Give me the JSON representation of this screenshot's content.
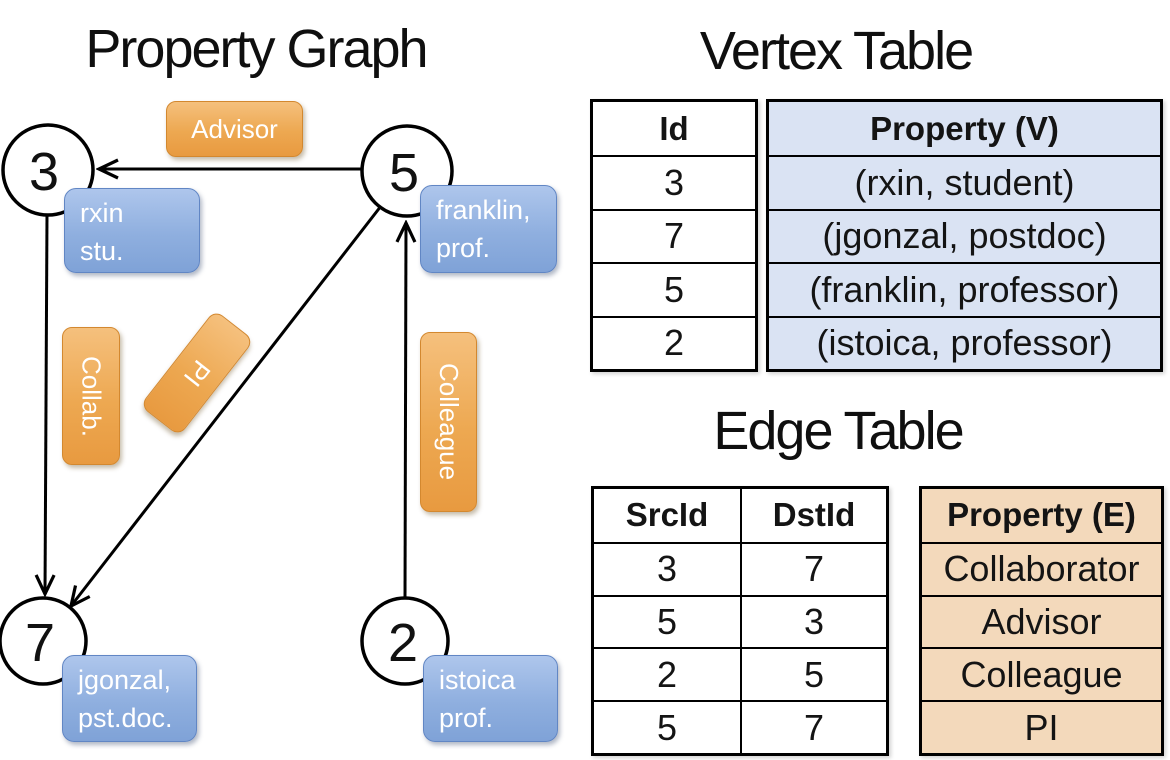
{
  "graph": {
    "title": "Property Graph",
    "nodes": [
      {
        "id": "3",
        "line1": "rxin",
        "line2": "stu."
      },
      {
        "id": "5",
        "line1": "franklin,",
        "line2": "prof."
      },
      {
        "id": "7",
        "line1": "jgonzal,",
        "line2": "pst.doc."
      },
      {
        "id": "2",
        "line1": "istoica",
        "line2": "prof."
      }
    ],
    "edges": [
      {
        "label": "Advisor"
      },
      {
        "label": "Collab."
      },
      {
        "label": "PI"
      },
      {
        "label": "Colleague"
      }
    ]
  },
  "vertex_table": {
    "title": "Vertex Table",
    "headers": {
      "id": "Id",
      "property": "Property (V)"
    },
    "rows": [
      {
        "id": "3",
        "property": "(rxin, student)"
      },
      {
        "id": "7",
        "property": "(jgonzal, postdoc)"
      },
      {
        "id": "5",
        "property": "(franklin, professor)"
      },
      {
        "id": "2",
        "property": "(istoica, professor)"
      }
    ]
  },
  "edge_table": {
    "title": "Edge Table",
    "headers": {
      "src": "SrcId",
      "dst": "DstId",
      "property": "Property (E)"
    },
    "rows": [
      {
        "src": "3",
        "dst": "7",
        "property": "Collaborator"
      },
      {
        "src": "5",
        "dst": "3",
        "property": "Advisor"
      },
      {
        "src": "2",
        "dst": "5",
        "property": "Colleague"
      },
      {
        "src": "5",
        "dst": "7",
        "property": "PI"
      }
    ]
  },
  "colors": {
    "edge_label_orange": "#eda851",
    "node_label_blue": "#8fafdf",
    "vertex_property_fill": "#dae3f3",
    "edge_property_fill": "#f3d9bb"
  }
}
